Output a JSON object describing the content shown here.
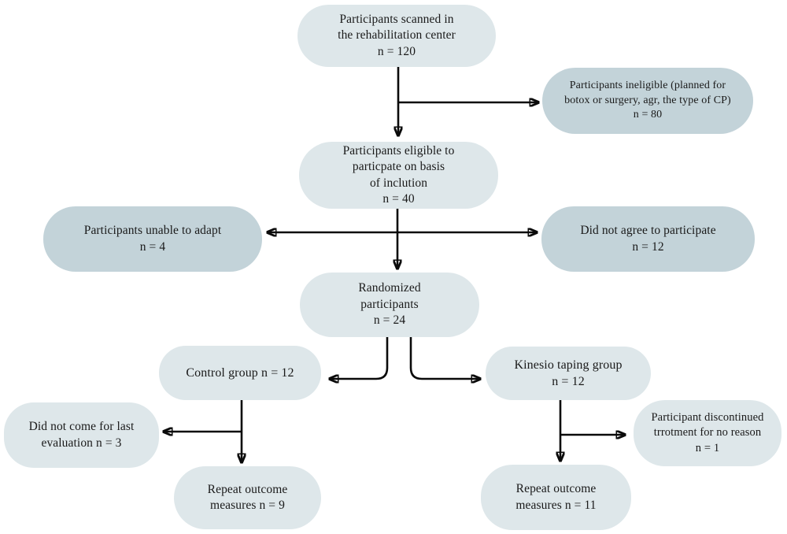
{
  "diagram": {
    "nodes": {
      "scanned": {
        "label": "Participants scanned in\nthe rehabilitation center\nn = 120"
      },
      "ineligible": {
        "label": "Participants ineligible (planned for\nbotox or surgery, agr, the type of CP)\nn = 80"
      },
      "eligible": {
        "label": "Participants eligible to\nparticpate on basis\nof inclution\nn = 40"
      },
      "unable_to_adapt": {
        "label": "Participants unable to adapt\nn = 4"
      },
      "did_not_agree": {
        "label": "Did not agree to participate\nn = 12"
      },
      "randomized": {
        "label": "Randomized\nparticipants\nn = 24"
      },
      "control_group": {
        "label": "Control group n = 12"
      },
      "kinesio_group": {
        "label": "Kinesio taping group\nn = 12"
      },
      "no_last_evaluation": {
        "label": "Did not come for last\nevaluation n = 3"
      },
      "discontinued": {
        "label": "Participant discontinued\ntrrotment for no reason\nn = 1"
      },
      "repeat_control": {
        "label": "Repeat outcome\nmeasures n = 9"
      },
      "repeat_kinesio": {
        "label": "Repeat outcome\nmeasures n = 11"
      }
    },
    "counts": {
      "scanned": 120,
      "ineligible": 80,
      "eligible": 40,
      "unable_to_adapt": 4,
      "did_not_agree": 12,
      "randomized": 24,
      "control_group": 12,
      "kinesio_group": 12,
      "no_last_evaluation": 3,
      "discontinued": 1,
      "repeat_control": 9,
      "repeat_kinesio": 11
    },
    "colors": {
      "node_fill_light": "#dee7ea",
      "node_fill_dark": "#c3d3d9",
      "arrow_color": "#0a0a0a",
      "text_color": "#1a1a1a"
    }
  }
}
